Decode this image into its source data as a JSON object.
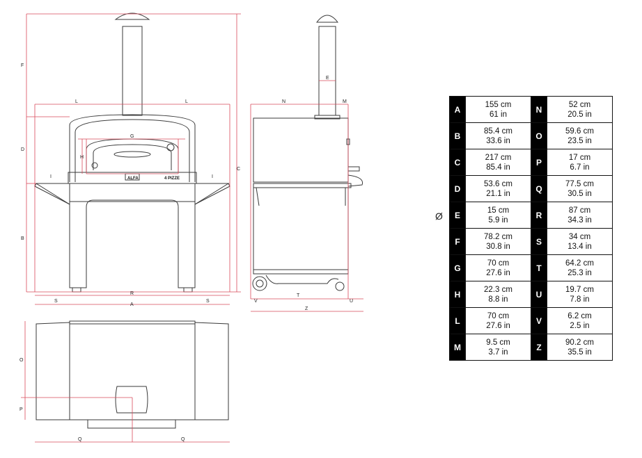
{
  "brand_label": "ALFA",
  "model_label": "4 PIZZE",
  "diameter_symbol": "Ø",
  "drawing_labels": {
    "A": "A",
    "C": "C",
    "D": "D",
    "F": "F",
    "G": "G",
    "H": "H",
    "I": "I",
    "L": "L",
    "B": "B",
    "R": "R",
    "S": "S",
    "E": "E",
    "M": "M",
    "N": "N",
    "T": "T",
    "U": "U",
    "V": "V",
    "Z": "Z",
    "O": "O",
    "P": "P",
    "Q": "Q"
  },
  "table": [
    {
      "left": {
        "key": "A",
        "cm": "155 cm",
        "in": "61 in"
      },
      "right": {
        "key": "N",
        "cm": "52 cm",
        "in": "20.5 in"
      }
    },
    {
      "left": {
        "key": "B",
        "cm": "85.4 cm",
        "in": "33.6 in"
      },
      "right": {
        "key": "O",
        "cm": "59.6 cm",
        "in": "23.5 in"
      }
    },
    {
      "left": {
        "key": "C",
        "cm": "217 cm",
        "in": "85.4 in"
      },
      "right": {
        "key": "P",
        "cm": "17 cm",
        "in": "6.7 in"
      }
    },
    {
      "left": {
        "key": "D",
        "cm": "53.6 cm",
        "in": "21.1 in"
      },
      "right": {
        "key": "Q",
        "cm": "77.5 cm",
        "in": "30.5 in"
      }
    },
    {
      "left": {
        "key": "E",
        "cm": "15 cm",
        "in": "5.9 in"
      },
      "right": {
        "key": "R",
        "cm": "87 cm",
        "in": "34.3 in"
      }
    },
    {
      "left": {
        "key": "F",
        "cm": "78.2 cm",
        "in": "30.8 in"
      },
      "right": {
        "key": "S",
        "cm": "34 cm",
        "in": "13.4 in"
      }
    },
    {
      "left": {
        "key": "G",
        "cm": "70 cm",
        "in": "27.6 in"
      },
      "right": {
        "key": "T",
        "cm": "64.2 cm",
        "in": "25.3 in"
      }
    },
    {
      "left": {
        "key": "H",
        "cm": "22.3 cm",
        "in": "8.8 in"
      },
      "right": {
        "key": "U",
        "cm": "19.7 cm",
        "in": "7.8 in"
      }
    },
    {
      "left": {
        "key": "L",
        "cm": "70 cm",
        "in": "27.6 in"
      },
      "right": {
        "key": "V",
        "cm": "6.2 cm",
        "in": "2.5 in"
      }
    },
    {
      "left": {
        "key": "M",
        "cm": "9.5 cm",
        "in": "3.7 in"
      },
      "right": {
        "key": "Z",
        "cm": "90.2 cm",
        "in": "35.5 in"
      }
    }
  ],
  "colors": {
    "outline": "#3a3a3a",
    "dimension": "#d94a5a",
    "key_bg": "#000000"
  }
}
